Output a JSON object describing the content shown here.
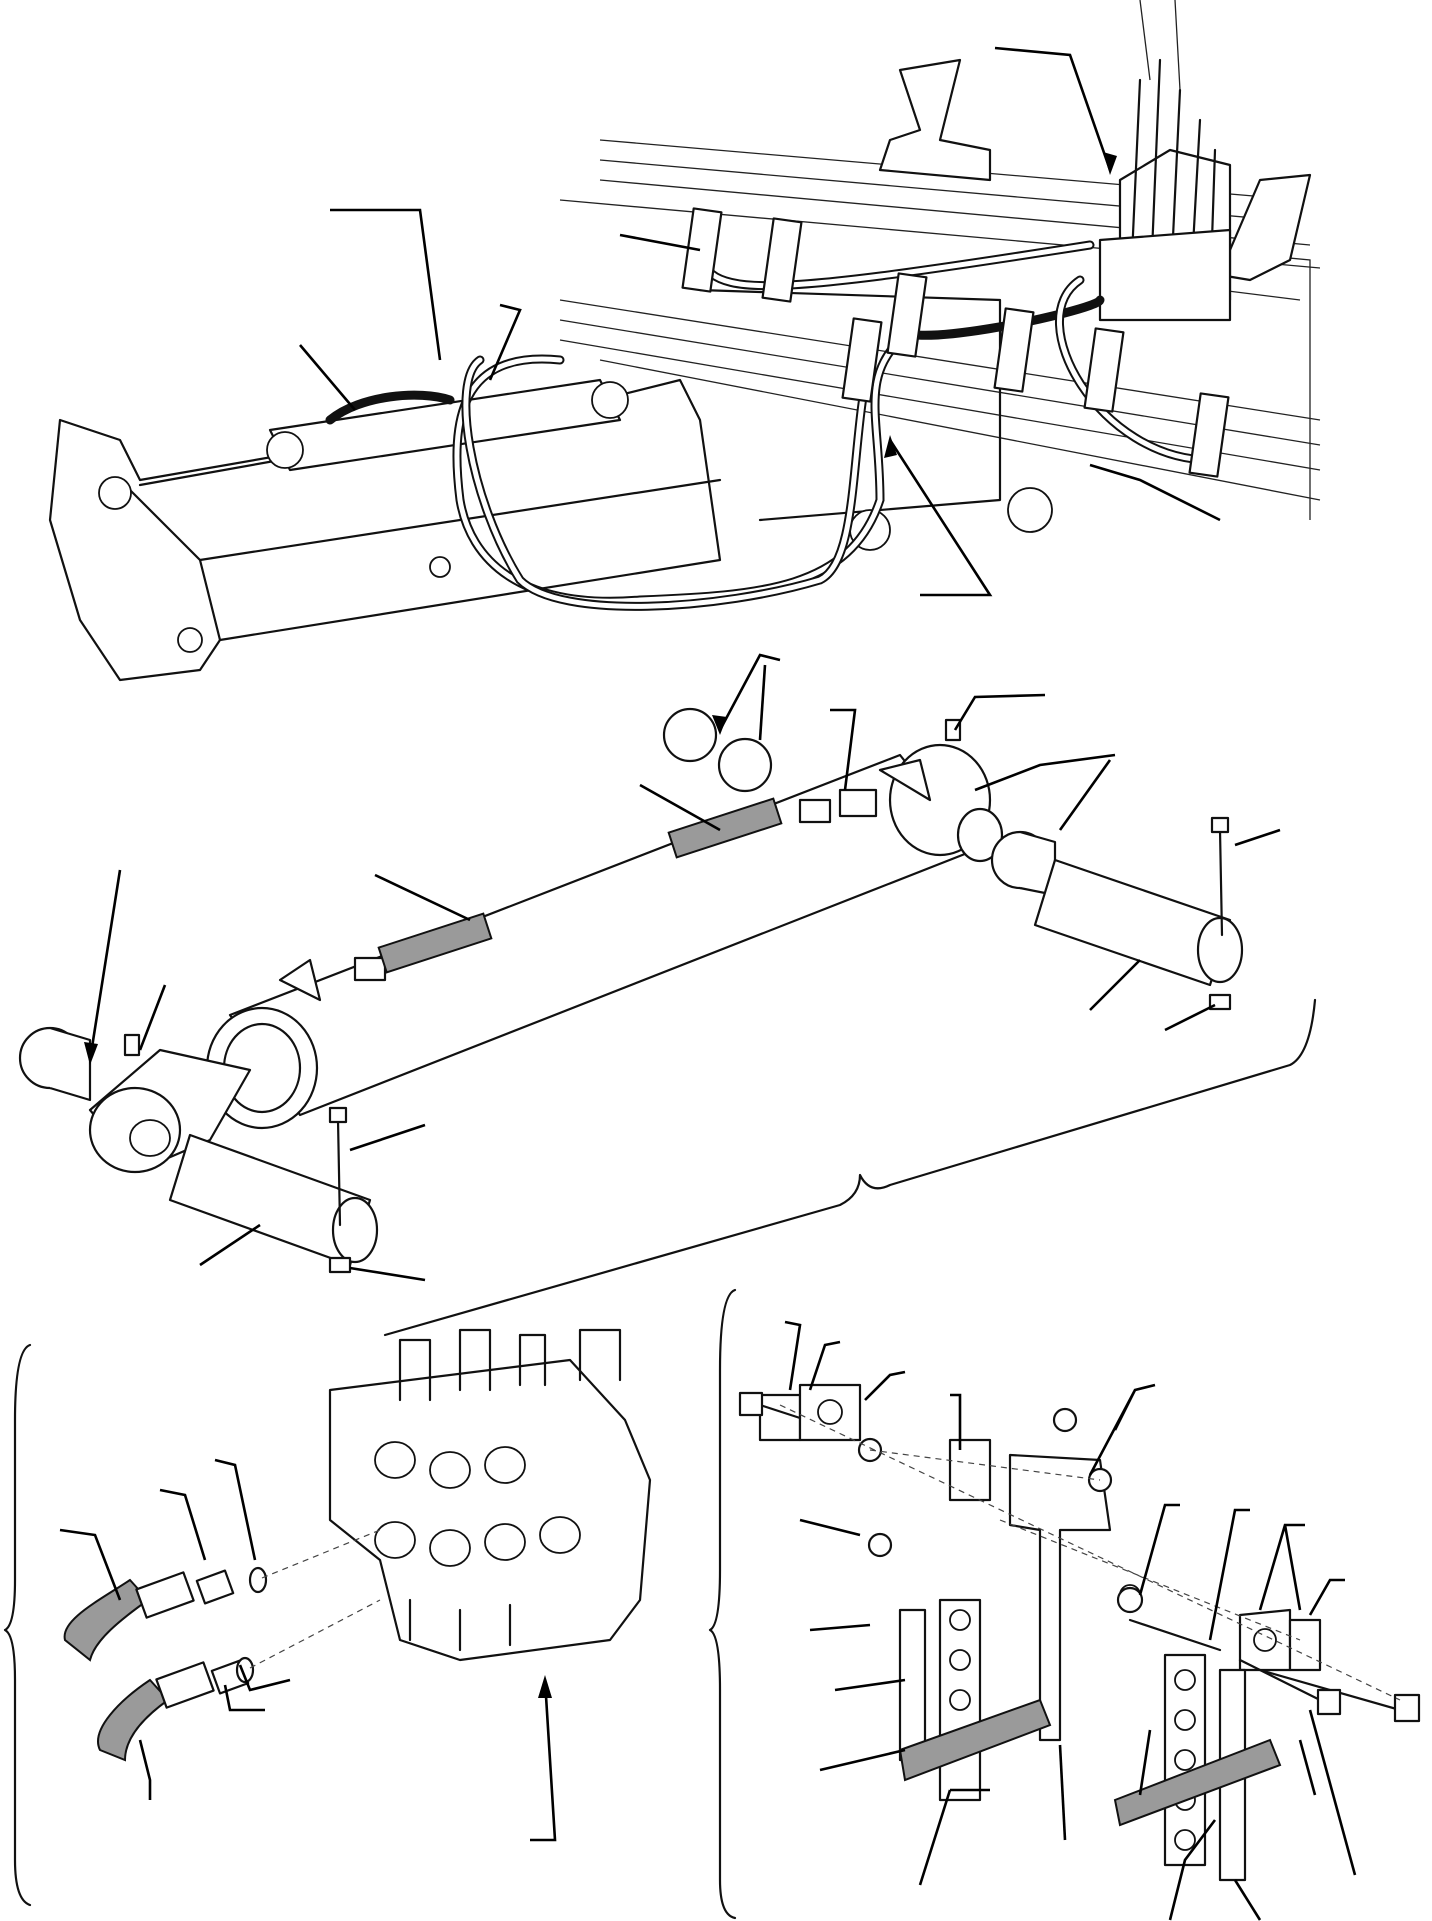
{
  "figure": {
    "views": [
      "machine-installation-view",
      "cylinder-exploded-view",
      "control-valve-detail",
      "hose-clamp-detail"
    ],
    "callout_count": 40
  }
}
